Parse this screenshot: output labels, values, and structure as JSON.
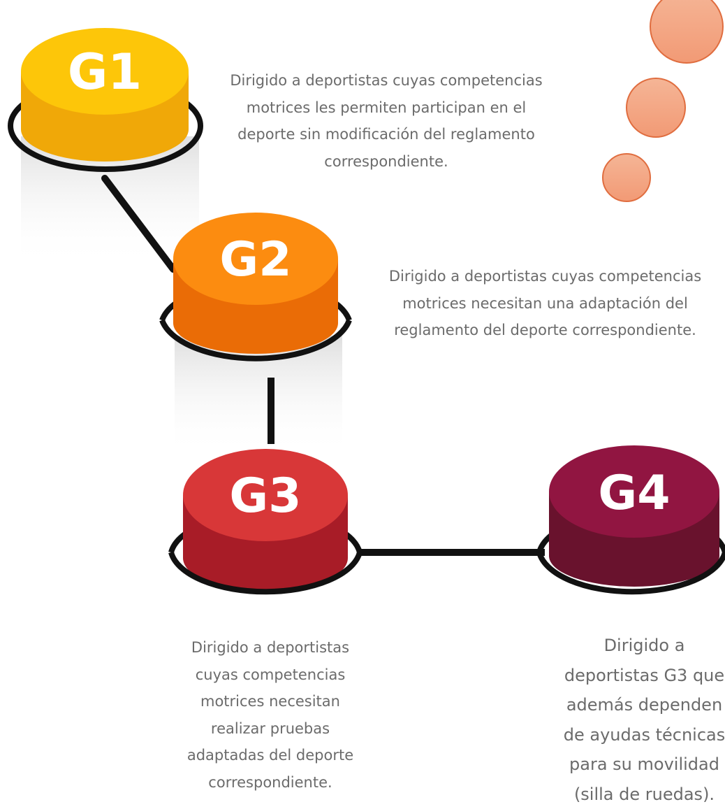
{
  "groups": [
    {
      "id": "g1",
      "label": "G1",
      "color_top": "#fdc609",
      "color_side": "#f0a808",
      "description": "Dirigido a deportistas cuyas competencias motrices les permiten participan en el deporte sin modificación del reglamento correspondiente."
    },
    {
      "id": "g2",
      "label": "G2",
      "color_top": "#fc8c10",
      "color_side": "#ea6c06",
      "description": "Dirigido a deportistas cuyas competencias motrices necesitan una adaptación del reglamento del deporte correspondiente."
    },
    {
      "id": "g3",
      "label": "G3",
      "color_top": "#d83738",
      "color_side": "#a81c27",
      "description": "Dirigido a deportistas cuyas competencias motrices necesitan realizar pruebas adaptadas del deporte correspondiente."
    },
    {
      "id": "g4",
      "label": "G4",
      "color_top": "#911541",
      "color_side": "#69122d",
      "description": "Dirigido a deportistas G3 que además dependen de ayudas técnicas para su movilidad (silla de ruedas)."
    }
  ],
  "decorative_circles_color": "#f4a585"
}
